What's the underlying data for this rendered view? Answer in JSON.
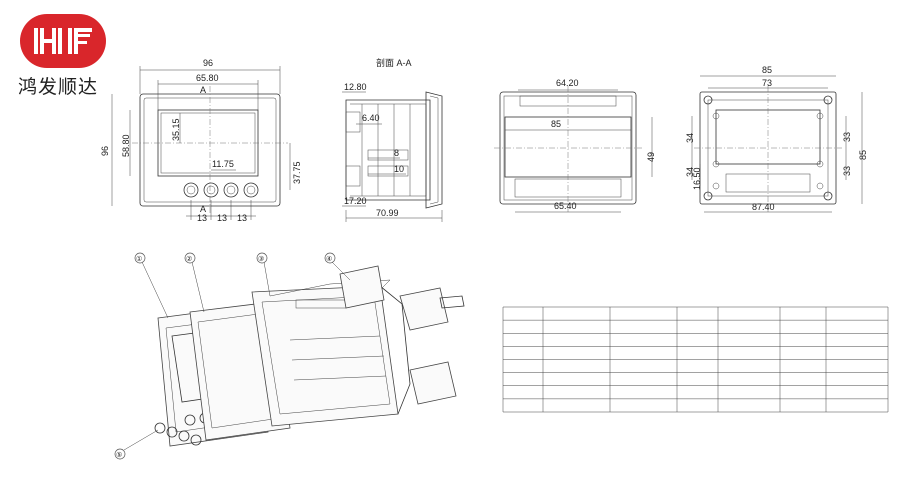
{
  "brand": {
    "logo_letters": "HF",
    "company_name": "鸿发顺达",
    "accent_color": "#d9262b"
  },
  "front_view": {
    "width_overall": "96",
    "width_inner": "65.80",
    "section_marker_top": "A",
    "height_overall": "96",
    "height_inner": "58.80",
    "window_height": "35.15",
    "button_offset": "11.75",
    "button_height": "37.75",
    "section_marker_bottom": "A",
    "button_pitch": [
      "13",
      "13",
      "13"
    ]
  },
  "section_view": {
    "title": "剖面 A-A",
    "top_thickness": "12.80",
    "inner_offset": "6.40",
    "dim_8": "8",
    "dim_10": "10",
    "bottom_thickness": "17.20",
    "depth": "70.99"
  },
  "back_view": {
    "top_width": "64.20",
    "inner_width": "85",
    "height": "49",
    "bottom_width": "65.40"
  },
  "side_view": {
    "outer_width": "85",
    "inner_width": "73",
    "left_upper": "34",
    "left_lower": "34",
    "left_small": "16.50",
    "right_upper": "33",
    "right_lower": "33",
    "right_height": "85",
    "bottom_width": "87.40"
  },
  "exploded_view": {
    "callouts": [
      "①",
      "②",
      "③",
      "④",
      "⑤"
    ]
  }
}
